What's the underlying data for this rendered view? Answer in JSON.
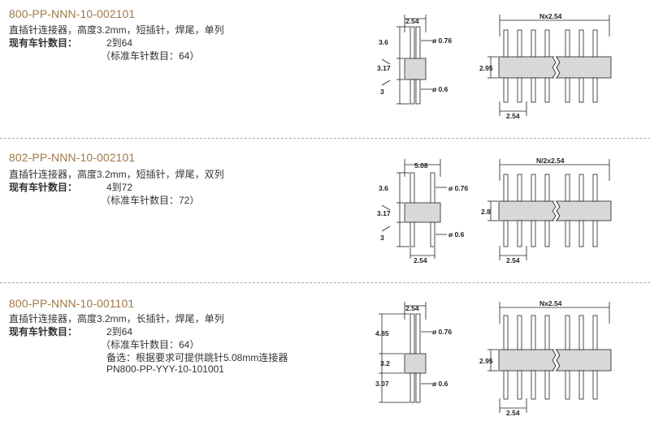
{
  "entries": [
    {
      "part_number": "800-PP-NNN-10-002101",
      "description": "直插针连接器，高度3.2mm，短插针，焊尾，单列",
      "count_label": "现有车针数目：",
      "count_value": "2到64",
      "standard_note": "（标准车针数目：64）",
      "side_view": {
        "top_width": "2.54",
        "dim_top": "3.6",
        "dim_body": "3.17",
        "dim_bottom": "3",
        "pin_top_dia": "ø 0.76",
        "pin_bottom_dia": "ø 0.6"
      },
      "front_view": {
        "span": "Nx2.54",
        "height": "2.95",
        "pitch": "2.54"
      }
    },
    {
      "part_number": "802-PP-NNN-10-002101",
      "description": "直插针连接器，高度3.2mm，短插针，焊尾，双列",
      "count_label": "现有车针数目：",
      "count_value": "4到72",
      "standard_note": "（标准车针数目：72）",
      "side_view": {
        "top_width": "5.08",
        "dim_top": "3.6",
        "dim_body": "3.17",
        "dim_bottom": "3",
        "pin_top_dia": "ø 0.76",
        "pin_bottom_dia": "ø 0.6",
        "bottom_width": "2.54"
      },
      "front_view": {
        "span": "N/2x2.54",
        "height": "2.8",
        "pitch": "2.54"
      }
    },
    {
      "part_number": "800-PP-NNN-10-001101",
      "description": "直插针连接器，高度3.2mm，长插针，焊尾，单列",
      "count_label": "现有车针数目：",
      "count_value": "2到64",
      "standard_note": "（标准车针数目：64）",
      "option_note": "备选：根据要求可提供跳针5.08mm连接器",
      "alt_part_number": "PN800-PP-YYY-10-101001",
      "side_view": {
        "top_width": "2.54",
        "dim_top": "4.85",
        "dim_body": "3.2",
        "dim_bottom": "3.07",
        "pin_top_dia": "ø 0.76",
        "pin_bottom_dia": "ø 0.6"
      },
      "front_view": {
        "span": "Nx2.54",
        "height": "2.95",
        "pitch": "2.54"
      }
    }
  ]
}
